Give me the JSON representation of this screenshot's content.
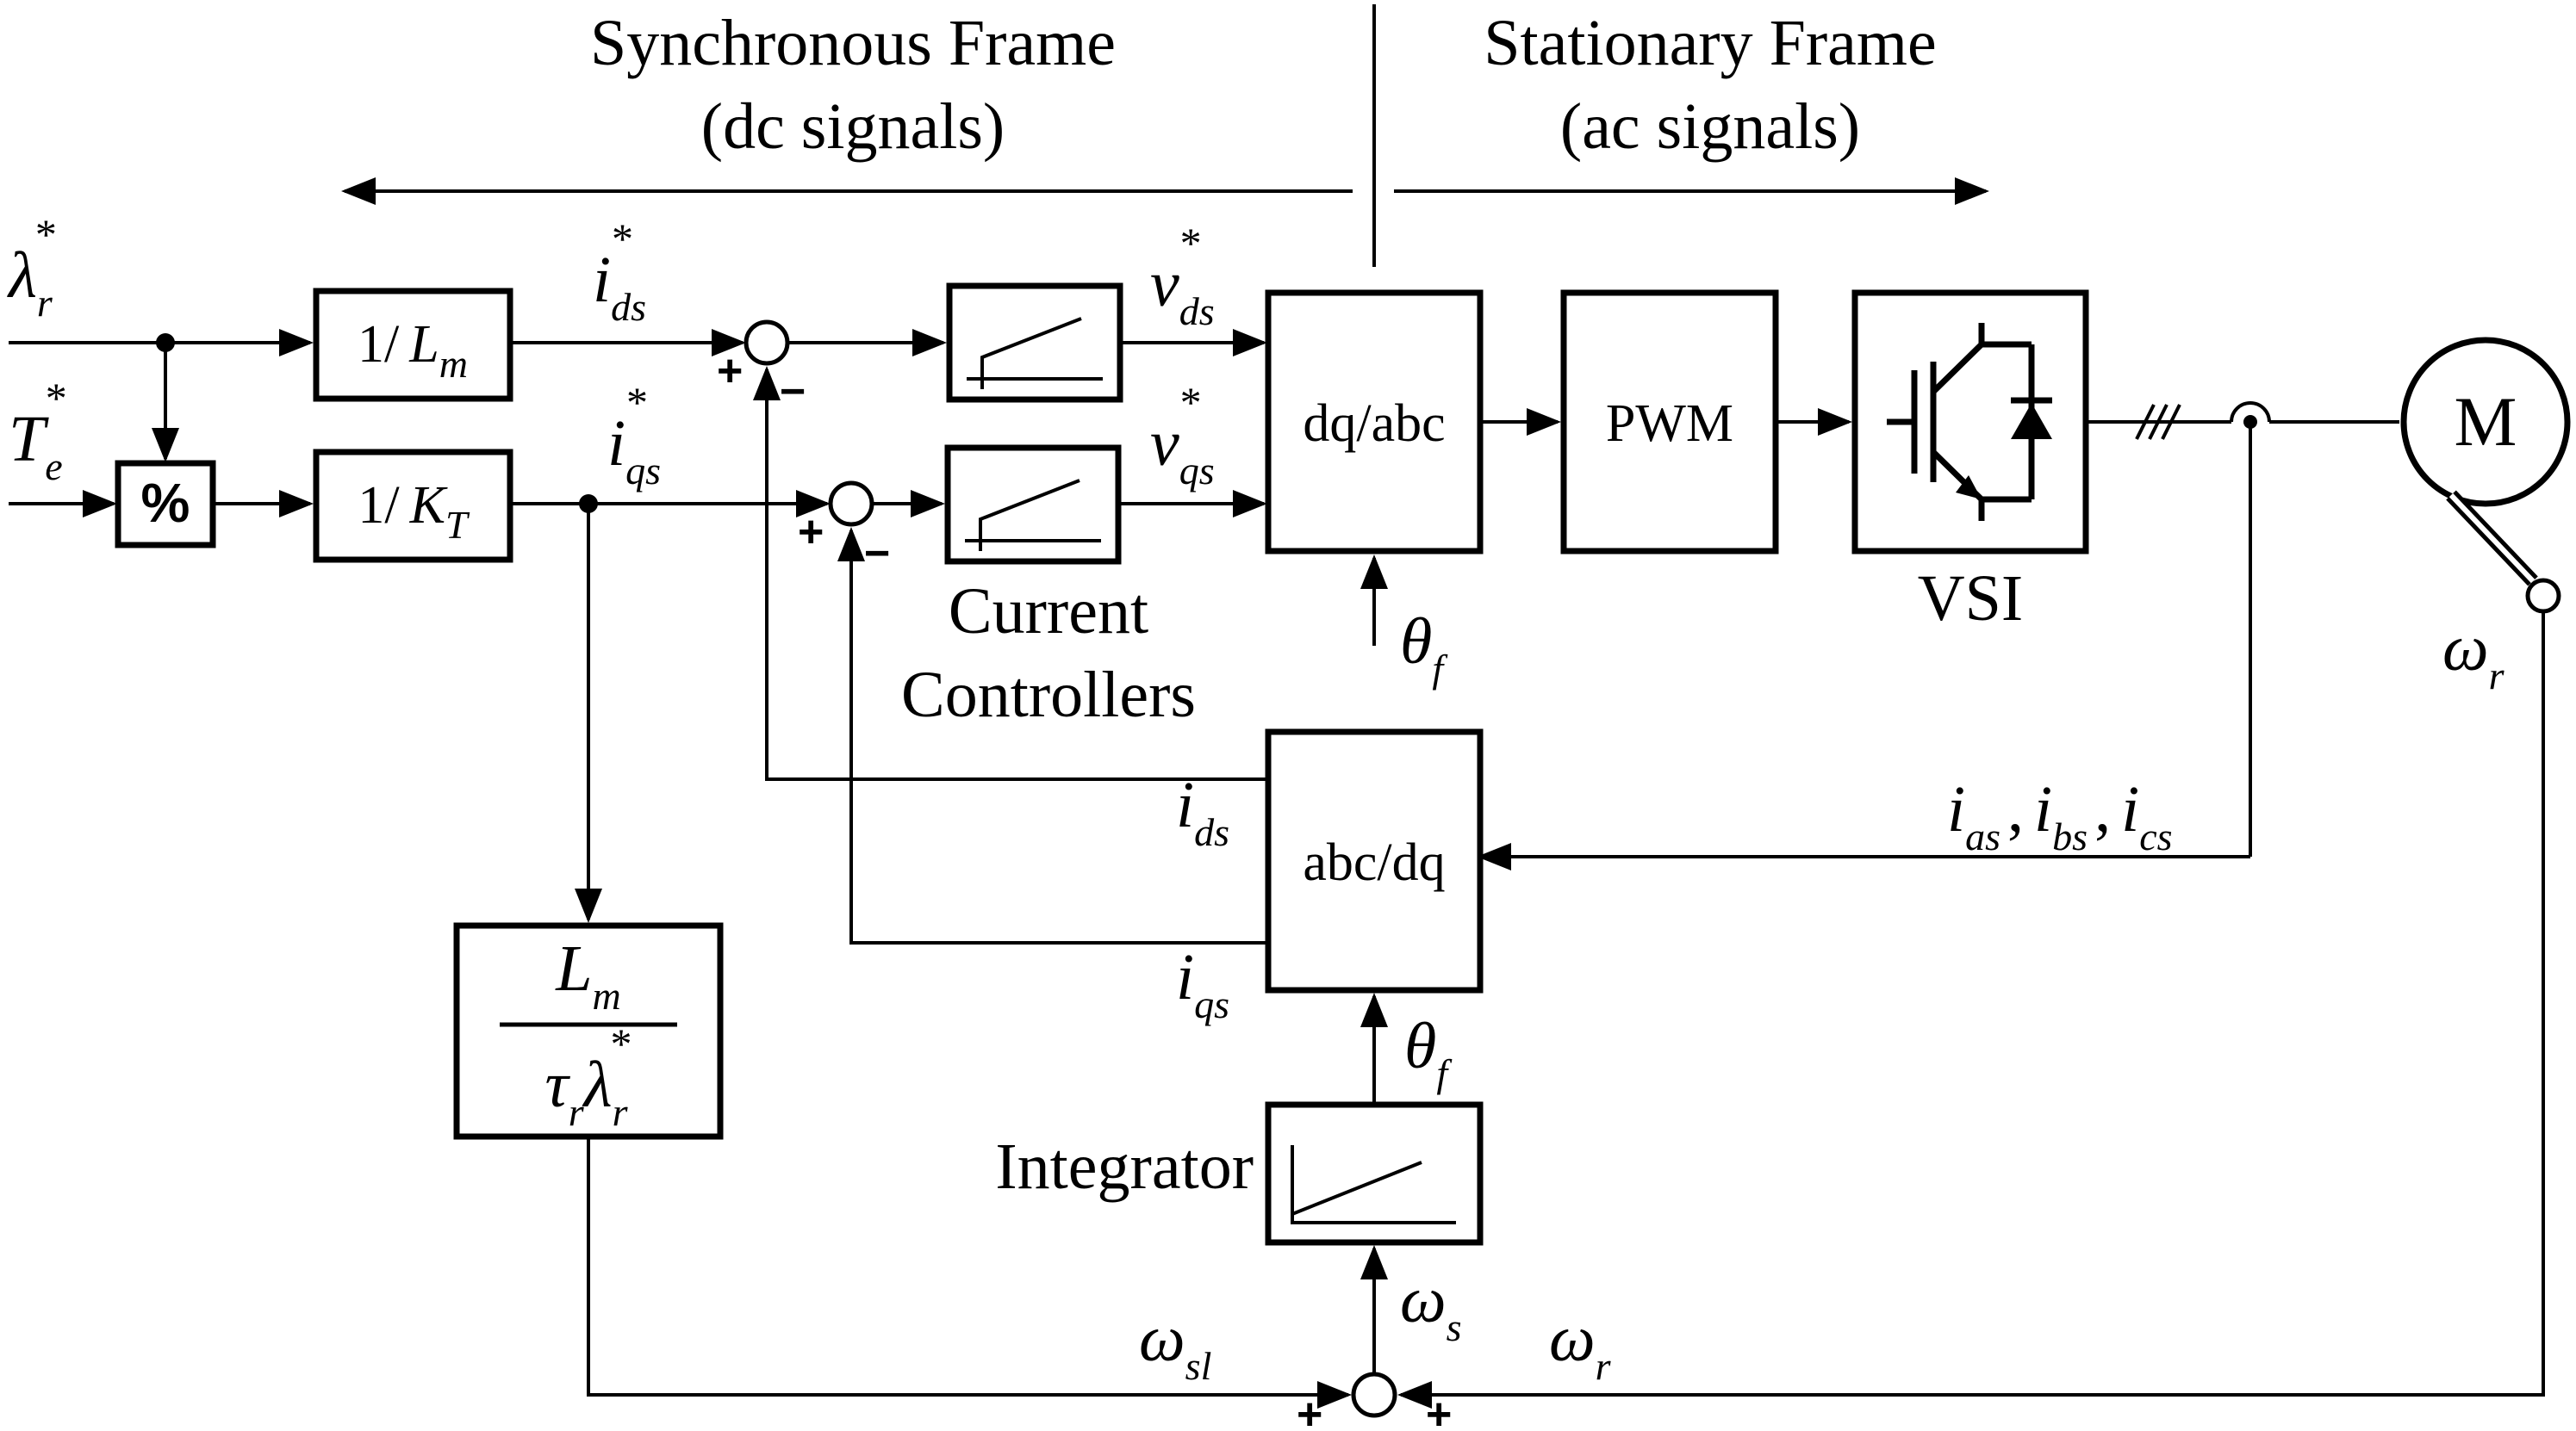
{
  "headers": {
    "sync_title": "Synchronous Frame",
    "sync_sub": "(dc signals)",
    "stat_title": "Stationary Frame",
    "stat_sub": "(ac signals)"
  },
  "blocks": {
    "inv_lm": {
      "pre": "1/",
      "var": "L",
      "sub": "m"
    },
    "inv_kt": {
      "pre": "1/",
      "var": "K",
      "sub": "T"
    },
    "divider": "%",
    "dq_abc": "dq/abc",
    "pwm": "PWM",
    "abc_dq": "abc/dq",
    "slip_num": {
      "var": "L",
      "sub": "m"
    },
    "slip_den": {
      "tau": "τ",
      "tau_sub": "r",
      "lam": "λ",
      "lam_sub": "r",
      "lam_sup": "*"
    },
    "motor": "M"
  },
  "labels": {
    "vsi": "VSI",
    "current_controllers_1": "Current",
    "current_controllers_2": "Controllers",
    "integrator": "Integrator"
  },
  "signals": {
    "lambda_r_star": {
      "var": "λ",
      "sub": "r",
      "sup": "*"
    },
    "te_star": {
      "var": "T",
      "sub": "e",
      "sup": "*"
    },
    "ids_star": {
      "var": "i",
      "sub": "ds",
      "sup": "*"
    },
    "iqs_star": {
      "var": "i",
      "sub": "qs",
      "sup": "*"
    },
    "vds_star": {
      "var": "v",
      "sub": "ds",
      "sup": "*"
    },
    "vqs_star": {
      "var": "v",
      "sub": "qs",
      "sup": "*"
    },
    "theta_f_top": {
      "var": "θ",
      "sub": "f"
    },
    "theta_f_mid": {
      "var": "θ",
      "sub": "f"
    },
    "omega_r_motor": {
      "var": "ω",
      "sub": "r"
    },
    "omega_r_bottom": {
      "var": "ω",
      "sub": "r"
    },
    "omega_s": {
      "var": "ω",
      "sub": "s"
    },
    "omega_sl": {
      "var": "ω",
      "sub": "sl"
    },
    "ids_fb": {
      "var": "i",
      "sub": "ds"
    },
    "iqs_fb": {
      "var": "i",
      "sub": "qs"
    },
    "ias": {
      "var": "i",
      "sub": "as"
    },
    "ibs": {
      "var": "i",
      "sub": "bs"
    },
    "ics": {
      "var": "i",
      "sub": "cs"
    },
    "comma": ","
  },
  "signs": {
    "plus": "+",
    "minus": "−"
  }
}
